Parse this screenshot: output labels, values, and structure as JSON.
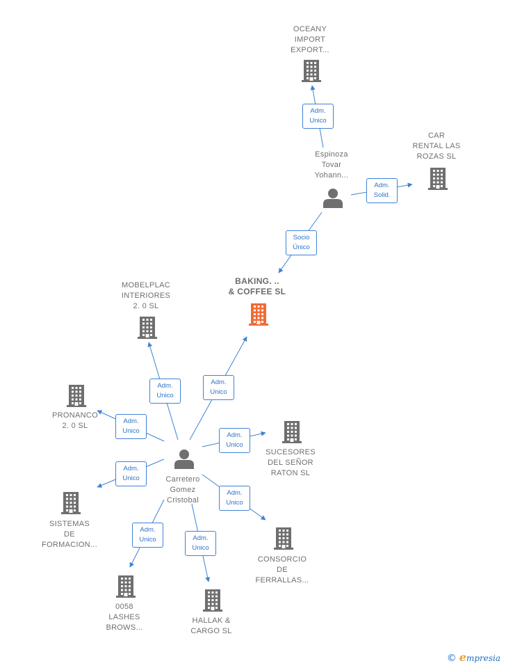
{
  "nodes": {
    "baking": {
      "type": "company",
      "highlight": true,
      "label": "BAKING. ..\n& COFFEE  SL"
    },
    "oceany": {
      "type": "company",
      "label": "OCEANY\nIMPORT\nEXPORT..."
    },
    "car_rental": {
      "type": "company",
      "label": "CAR\nRENTAL LAS\nROZAS  SL"
    },
    "mobelplac": {
      "type": "company",
      "label": "MOBELPLAC\nINTERIORES\n2. 0  SL"
    },
    "pronanco": {
      "type": "company",
      "label": "PRONANCO\n2. 0 SL"
    },
    "sucesores": {
      "type": "company",
      "label": "SUCESORES\nDEL SEÑOR\nRATON  SL"
    },
    "sistemas": {
      "type": "company",
      "label": "SISTEMAS\nDE\nFORMACION..."
    },
    "consorcio": {
      "type": "company",
      "label": "CONSORCIO\nDE\nFERRALLAS..."
    },
    "lashes": {
      "type": "company",
      "label": "0058\nLASHES\nBROWS..."
    },
    "hallak": {
      "type": "company",
      "label": "HALLAK &\nCARGO  SL"
    },
    "espinoza": {
      "type": "person",
      "label": "Espinoza\nTovar\nYohann..."
    },
    "carretero": {
      "type": "person",
      "label": "Carretero\nGomez\nCristobal"
    }
  },
  "edges": [
    {
      "from": "espinoza",
      "to": "oceany",
      "label": "Adm.\nUnico"
    },
    {
      "from": "espinoza",
      "to": "car_rental",
      "label": "Adm.\nSolid."
    },
    {
      "from": "espinoza",
      "to": "baking",
      "label": "Socio\nÚnico"
    },
    {
      "from": "carretero",
      "to": "mobelplac",
      "label": "Adm.\nUnico"
    },
    {
      "from": "carretero",
      "to": "baking",
      "label": "Adm.\nUnico"
    },
    {
      "from": "carretero",
      "to": "pronanco",
      "label": "Adm.\nUnico"
    },
    {
      "from": "carretero",
      "to": "sucesores",
      "label": "Adm.\nUnico"
    },
    {
      "from": "carretero",
      "to": "sistemas",
      "label": "Adm.\nUnico"
    },
    {
      "from": "carretero",
      "to": "consorcio",
      "label": "Adm.\nUnico"
    },
    {
      "from": "carretero",
      "to": "lashes",
      "label": "Adm.\nUnico"
    },
    {
      "from": "carretero",
      "to": "hallak",
      "label": "Adm.\nUnico"
    }
  ],
  "colors": {
    "edge": "#3e82d4",
    "company": "#6f6f6f",
    "highlight": "#f26a35",
    "person": "#6f6f6f"
  },
  "footer": {
    "copyright_symbol": "©",
    "brand_initial": "e",
    "brand_rest": "mpresia"
  }
}
